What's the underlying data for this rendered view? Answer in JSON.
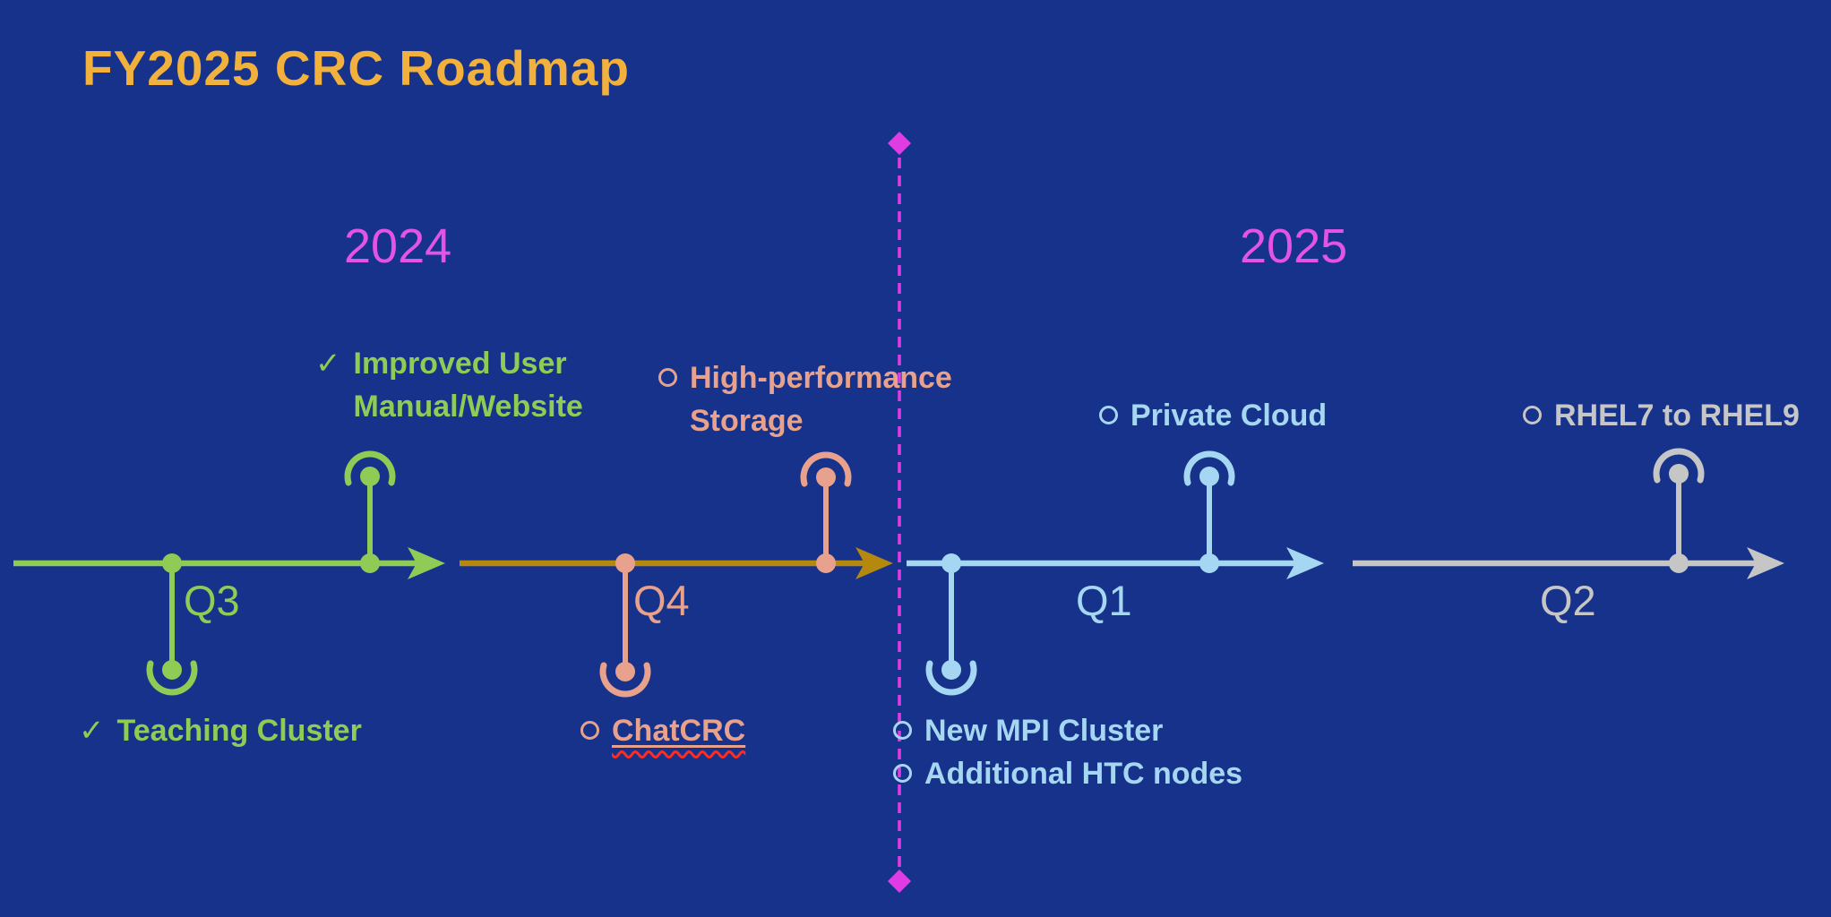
{
  "title": "FY2025 CRC Roadmap",
  "colors": {
    "background": "#16328B",
    "title": "#F2B13C",
    "year": "#E454E4",
    "divider": "#E03CE4",
    "green": "#8FCB55",
    "salmon": "#E8A18D",
    "gold": "#B5890E",
    "blue": "#A6D7F2",
    "gray": "#C6C6C6",
    "squiggle": "#FF2D21"
  },
  "icons": {
    "check": "✓"
  },
  "years": [
    {
      "label": "2024"
    },
    {
      "label": "2025"
    }
  ],
  "quarters": [
    {
      "label": "Q3",
      "year": "2024",
      "color": "green"
    },
    {
      "label": "Q4",
      "year": "2024",
      "color": "salmon"
    },
    {
      "label": "Q1",
      "year": "2025",
      "color": "blue"
    },
    {
      "label": "Q2",
      "year": "2025",
      "color": "gray"
    }
  ],
  "milestones": [
    {
      "id": "teaching-cluster",
      "label": "Teaching Cluster",
      "quarter": "Q3",
      "placement": "below",
      "bullet": "check",
      "status": "done"
    },
    {
      "id": "improved-user-manual",
      "label": "Improved User Manual/Website",
      "quarter": "Q3",
      "placement": "above",
      "bullet": "check",
      "status": "done"
    },
    {
      "id": "chatcrc",
      "label": "ChatCRC",
      "quarter": "Q4",
      "placement": "below",
      "bullet": "circle",
      "status": "planned"
    },
    {
      "id": "high-performance-storage",
      "label": "High-performance Storage",
      "quarter": "Q4",
      "placement": "above",
      "bullet": "circle",
      "status": "planned"
    },
    {
      "id": "new-mpi-cluster",
      "label": "New MPI Cluster",
      "quarter": "Q1",
      "placement": "below",
      "bullet": "circle",
      "status": "planned"
    },
    {
      "id": "additional-htc-nodes",
      "label": "Additional HTC nodes",
      "quarter": "Q1",
      "placement": "below",
      "bullet": "circle",
      "status": "planned"
    },
    {
      "id": "private-cloud",
      "label": "Private Cloud",
      "quarter": "Q1",
      "placement": "above",
      "bullet": "circle",
      "status": "planned"
    },
    {
      "id": "rhel7-to-rhel9",
      "label": "RHEL7 to RHEL9",
      "quarter": "Q2",
      "placement": "above",
      "bullet": "circle",
      "status": "planned"
    }
  ]
}
